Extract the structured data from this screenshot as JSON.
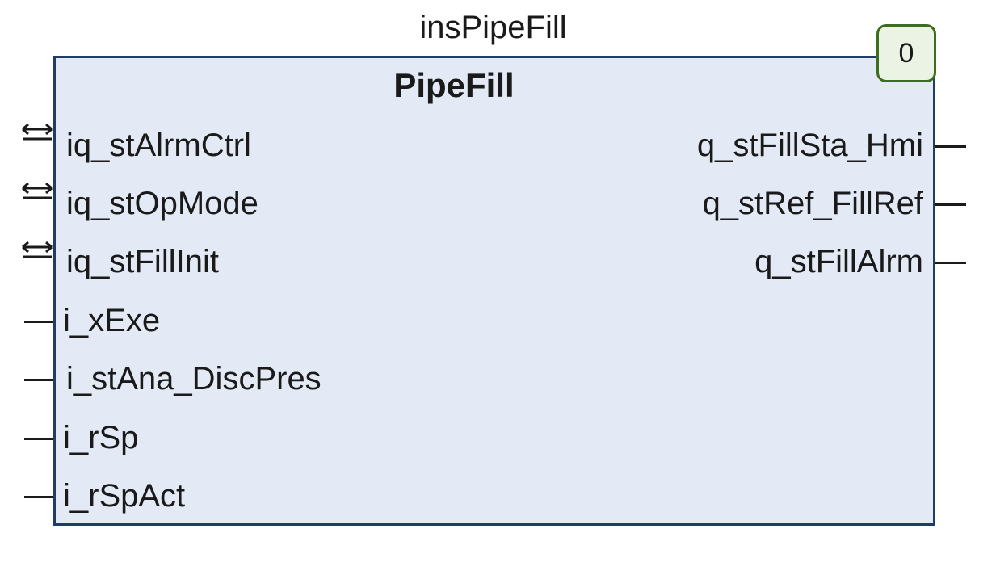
{
  "instance_name": "insPipeFill",
  "block_type": "PipeFill",
  "execution_order": "0",
  "inout_pins": [
    {
      "label": "iq_stAlrmCtrl"
    },
    {
      "label": "iq_stOpMode"
    },
    {
      "label": "iq_stFillInit"
    }
  ],
  "input_pins": [
    {
      "label": "i_xExe"
    },
    {
      "label": "i_stAna_DiscPres"
    },
    {
      "label": "i_rSp"
    },
    {
      "label": "i_rSpAct"
    }
  ],
  "output_pins": [
    {
      "label": "q_stFillSta_Hmi"
    },
    {
      "label": "q_stRef_FillRef"
    },
    {
      "label": "q_stFillAlrm"
    }
  ],
  "colors": {
    "block_fill": "#e3eaf5",
    "block_border": "#1f3d66",
    "badge_fill": "#eaf3e4",
    "badge_border": "#3d6e1f"
  },
  "icons": {
    "inout": "bidirectional-arrow-icon"
  }
}
